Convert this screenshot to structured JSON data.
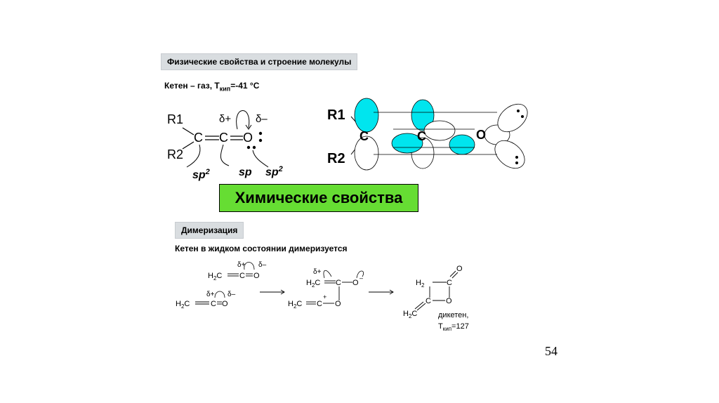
{
  "header": {
    "title": "Физические свойства и строение молекулы",
    "ketene_line_prefix": "Кетен – газ, Т",
    "ketene_line_sub": "кип",
    "ketene_line_suffix": "=-41 °C"
  },
  "structure": {
    "r1": "R1",
    "r2": "R2",
    "c": "C",
    "o": "O",
    "delta_plus": "δ+",
    "delta_minus": "δ–",
    "sp2": "sp",
    "sp": "sp",
    "sup2": "2"
  },
  "orbital": {
    "r1": "R1",
    "r2": "R2",
    "c": "C",
    "o": "O"
  },
  "section": {
    "chemical_properties": "Химические свойства",
    "dimerization": "Димеризация",
    "dimer_sentence": "Кетен в жидком состоянии димеризуется"
  },
  "reaction": {
    "h2c": "H",
    "sub2": "2",
    "c": "C",
    "cee": "C",
    "o": "O",
    "delta_plus": "δ+",
    "delta_minus": "δ–",
    "o_minus": "O",
    "minus": "–",
    "plus": "+",
    "diketene": "дикетен,",
    "t_label": "Т",
    "t_sub": "кип",
    "t_value": "=127"
  },
  "footer": {
    "page": "54"
  },
  "colors": {
    "orbital_fill": "#00e5ee",
    "green": "#66dd33",
    "gray_box": "#d9dde0"
  }
}
